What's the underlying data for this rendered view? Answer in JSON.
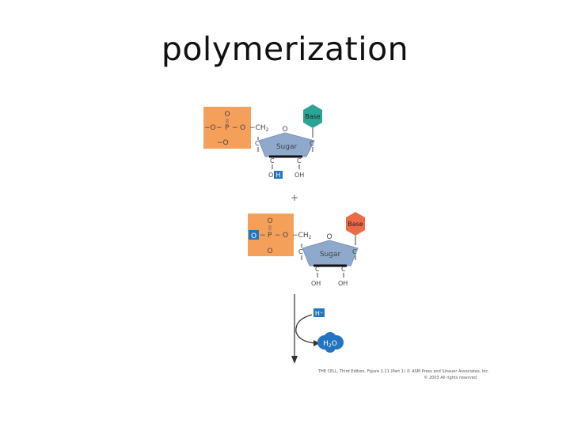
{
  "title": "polymerization",
  "nucleotide_top": {
    "phosphate": {
      "o_top": "O",
      "double_bond": "||",
      "o_left": "−O",
      "dash_left": "−",
      "p": "P",
      "dash_right": "−",
      "o_right": "O",
      "o_bottom": "−O"
    },
    "ch2": "−CH",
    "ch2_sub": "2",
    "ring_o": "O",
    "sugar": "Sugar",
    "base": "Base",
    "c_left": "C",
    "c_right": "C",
    "c_bl": "C",
    "c_br": "C",
    "oh_left_o": "O",
    "oh_left_h": "H",
    "oh_right": "OH"
  },
  "plus": "+",
  "nucleotide_bottom": {
    "phosphate": {
      "o_top": "O",
      "double_bond": "||",
      "o_left": "O",
      "dash_left": "−",
      "p": "P",
      "dash_right": "−",
      "o_right": "O",
      "o_bottom": "O"
    },
    "ch2": "−CH",
    "ch2_sub": "2",
    "ring_o": "O",
    "sugar": "Sugar",
    "base": "Base",
    "c_left": "C",
    "c_right": "C",
    "c_bl": "C",
    "c_br": "C",
    "oh_left": "OH",
    "oh_right": "OH"
  },
  "reaction": {
    "h_plus": "H⁺",
    "water": "H",
    "water_sub": "2",
    "water_end": "O"
  },
  "credit": {
    "line1": "THE CELL, Third Edition, Figure 2.11 (Part 1)  © ASM Press and Sinauer Associates, Inc.",
    "line2": "© 2003 All rights reserved"
  },
  "colors": {
    "phosphate": "#f5a05a",
    "sugar": "#8fa9cc",
    "base_top": "#2aa594",
    "base_bottom": "#ee6a47",
    "highlight_blue": "#2275c0",
    "text": "#444444"
  }
}
